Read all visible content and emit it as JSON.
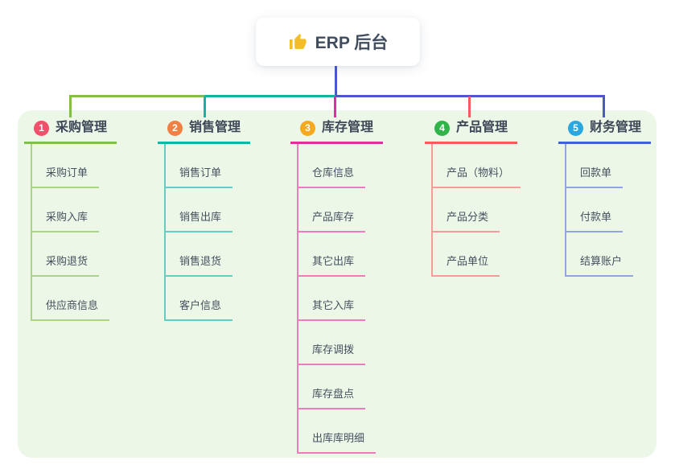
{
  "root": {
    "label": "ERP 后台",
    "icon": "thumbs-up",
    "icon_color": "#f2bd26",
    "stem_color": "#4a59c9"
  },
  "branches": [
    {
      "number": "1",
      "label": "采购管理",
      "colors": {
        "badge": "#f1506a",
        "line": "#80bf4a",
        "child_line": "#aad584"
      },
      "children": [
        "采购订单",
        "采购入库",
        "采购退货",
        "供应商信息"
      ]
    },
    {
      "number": "2",
      "label": "销售管理",
      "colors": {
        "badge": "#f08043",
        "line": "#0fb6a6",
        "child_line": "#5fcfc2"
      },
      "children": [
        "销售订单",
        "销售出库",
        "销售退货",
        "客户信息"
      ]
    },
    {
      "number": "3",
      "label": "库存管理",
      "colors": {
        "badge": "#f6a91f",
        "line": "#dd2f9e",
        "child_line": "#ee7cbd"
      },
      "children": [
        "仓库信息",
        "产品库存",
        "其它出库",
        "其它入库",
        "库存调拨",
        "库存盘点",
        "出库库明细"
      ]
    },
    {
      "number": "4",
      "label": "产品管理",
      "colors": {
        "badge": "#30b449",
        "line": "#f85b5b",
        "child_line": "#f79a9a"
      },
      "children": [
        "产品（物料）",
        "产品分类",
        "产品单位"
      ]
    },
    {
      "number": "5",
      "label": "财务管理",
      "colors": {
        "badge": "#29a7e1",
        "line": "#3e64d2",
        "child_line": "#91a6e0"
      },
      "children": [
        "回款单",
        "付款单",
        "结算账户"
      ]
    }
  ]
}
